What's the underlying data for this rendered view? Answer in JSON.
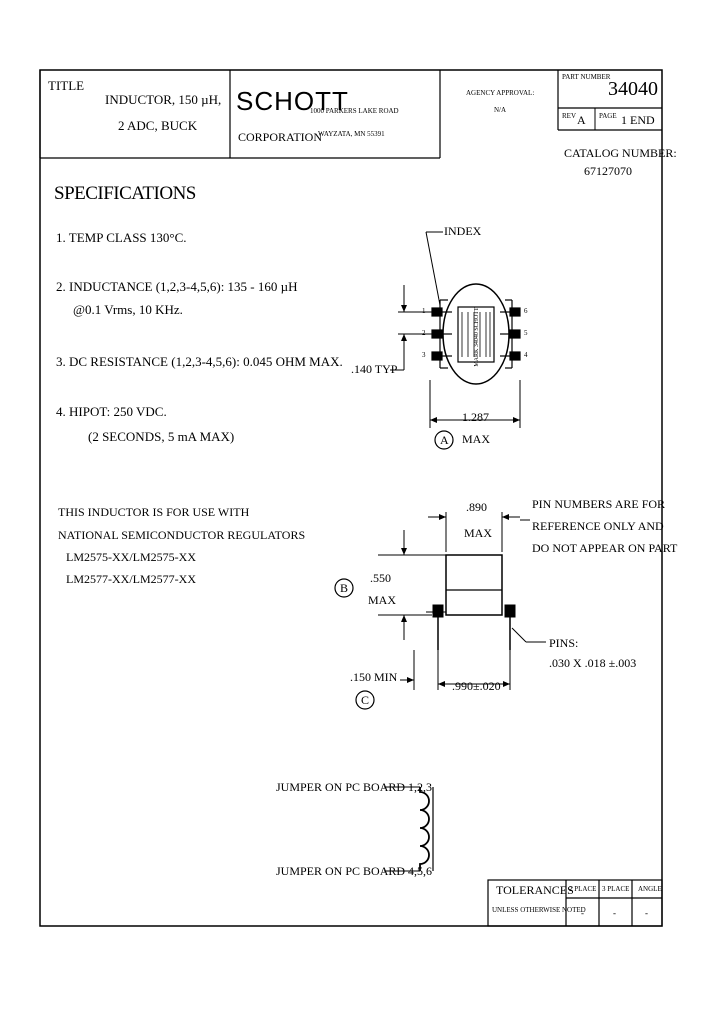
{
  "title_block": {
    "title_label": "TITLE",
    "title_line1": "INDUCTOR, 150 µH,",
    "title_line2": "2 ADC,  BUCK",
    "company_name": "SCHOTT",
    "company_sub": "CORPORATION",
    "address_line1": "1000 PARKERS LAKE ROAD",
    "address_line2": "WAYZATA, MN  55391",
    "agency_label": "AGENCY APPROVAL:",
    "agency_value": "N/A",
    "part_no_label": "PART NUMBER",
    "part_no": "34040",
    "rev_label": "REV",
    "rev_value": "A",
    "page_label": "PAGE",
    "page_value": "1 END",
    "catalog_label": "CATALOG NUMBER:",
    "catalog_value": "67127070"
  },
  "specs": {
    "heading": "SPECIFICATIONS",
    "item1": "1. TEMP CLASS 130°C.",
    "item2a": "2. INDUCTANCE (1,2,3-4,5,6): 135 - 160 µH",
    "item2b": "@0.1 Vrms, 10 KHz.",
    "item3": "3. DC RESISTANCE (1,2,3-4,5,6): 0.045 OHM MAX.",
    "item4a": "4. HIPOT: 250 VDC.",
    "item4b": "(2 SECONDS, 5 mA MAX)"
  },
  "usage_note": {
    "line1": "THIS INDUCTOR IS FOR USE WITH",
    "line2": "NATIONAL SEMICONDUCTOR REGULATORS",
    "line3": "LM2575-XX/LM2575-XX",
    "line4": "LM2577-XX/LM2577-XX"
  },
  "top_view": {
    "index_label": "INDEX",
    "pitch_label": ".140 TYP",
    "width_label": "1.287",
    "width_max": "MAX",
    "view_letter": "A",
    "label_text": "MARK 34040 SCHOTT",
    "pins_left": [
      "1",
      "2",
      "3"
    ],
    "pins_right": [
      "6",
      "5",
      "4"
    ]
  },
  "side_view": {
    "depth_label": ".890",
    "depth_max": "MAX",
    "note_line1": "PIN NUMBERS ARE FOR",
    "note_line2": "REFERENCE ONLY AND",
    "note_line3": "DO NOT APPEAR ON PART",
    "height_label": ".550",
    "height_max": "MAX",
    "view_b": "B",
    "pins_label": "PINS:",
    "pins_dims": ".030 X .018 ±.003",
    "standoff_label": ".150 MIN",
    "spacing_label": ".990±.020",
    "view_c": "C"
  },
  "schematic": {
    "jumper1": "JUMPER ON PC BOARD 1,2,3",
    "jumper2": "JUMPER ON PC BOARD 4,5,6"
  },
  "tolerances": {
    "label": "TOLERANCES",
    "sub": "UNLESS OTHERWISE NOTED",
    "col1": "2 PLACE",
    "col2": "3 PLACE",
    "col3": "ANGLE",
    "val1": "-",
    "val2": "-",
    "val3": "-"
  }
}
